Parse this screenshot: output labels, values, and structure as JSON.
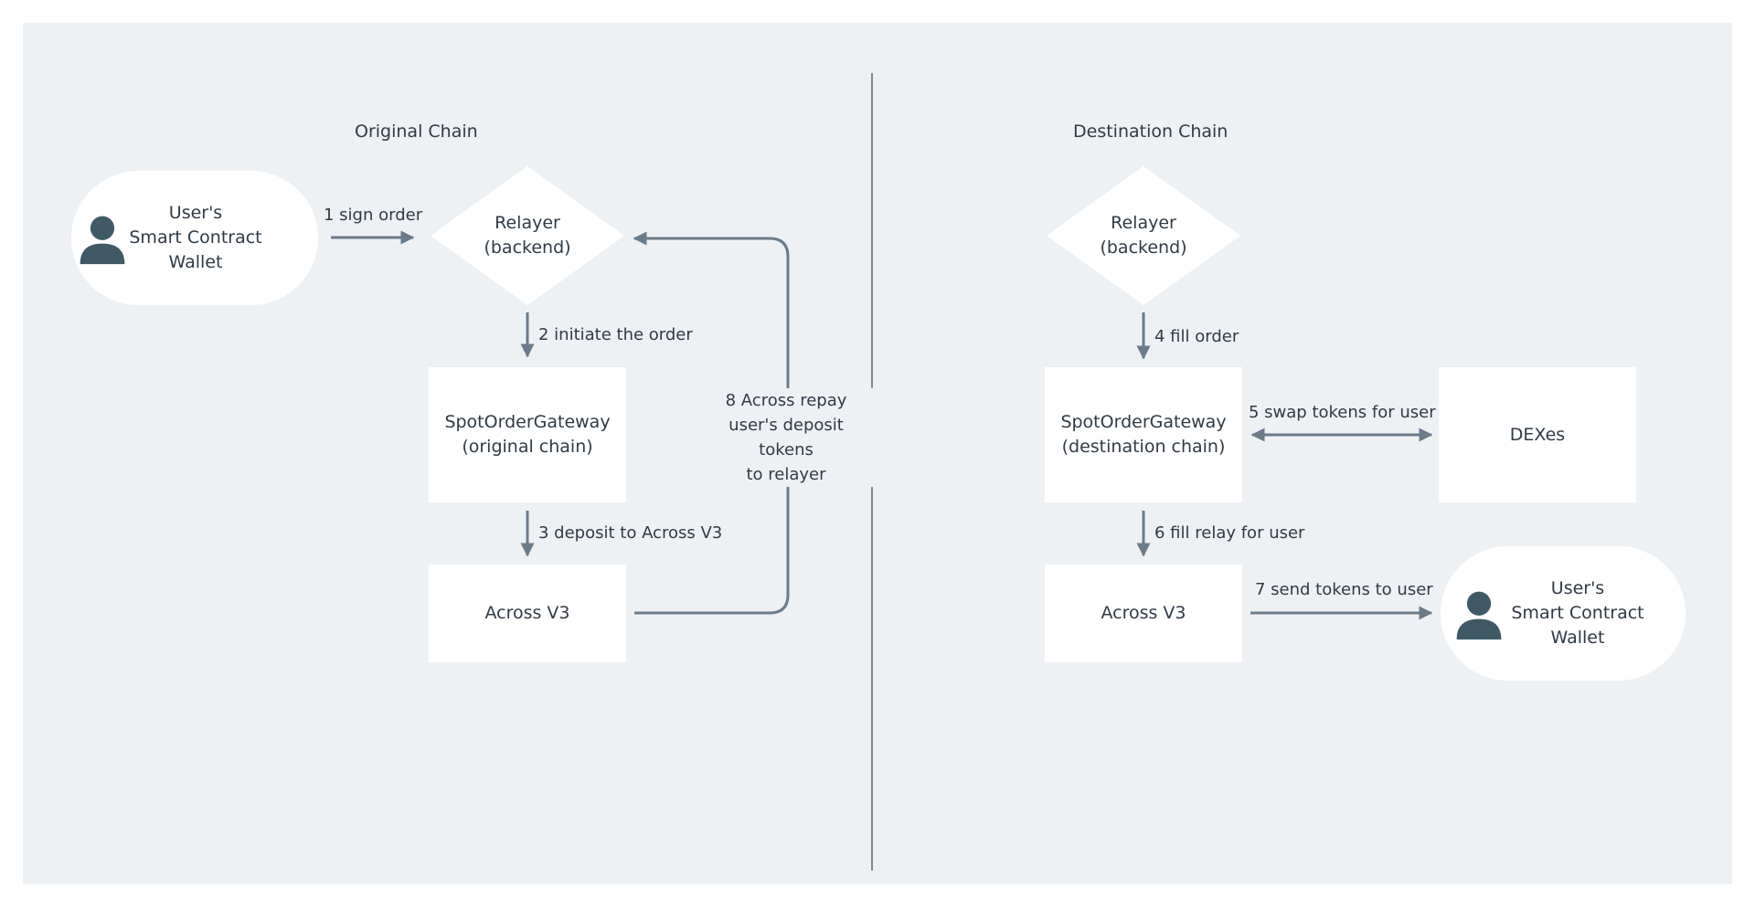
{
  "sections": {
    "left_title": "Original Chain",
    "right_title": "Destination Chain"
  },
  "nodes": {
    "wallet_left": "User's\nSmart Contract\nWallet",
    "relayer_left": "Relayer\n(backend)",
    "gateway_left": "SpotOrderGateway\n(original chain)",
    "across_left": "Across V3",
    "relayer_right": "Relayer\n(backend)",
    "gateway_right": "SpotOrderGateway\n(destination chain)",
    "dexes": "DEXes",
    "across_right": "Across V3",
    "wallet_right": "User's\nSmart Contract\nWallet"
  },
  "edges": {
    "e1": "1 sign order",
    "e2": "2 initiate the order",
    "e3": "3 deposit to Across V3",
    "e4": "4 fill order",
    "e5": "5 swap tokens for user",
    "e6": "6 fill relay for user",
    "e7": "7 send tokens to user",
    "e8": "8 Across repay\nuser's deposit tokens\nto relayer"
  },
  "icons": {
    "user": "user-avatar-icon"
  },
  "colors": {
    "panel_bg": "#eef1f4",
    "node_bg": "#ffffff",
    "arrow": "#6b7b8a",
    "avatar": "#3f5a66"
  }
}
